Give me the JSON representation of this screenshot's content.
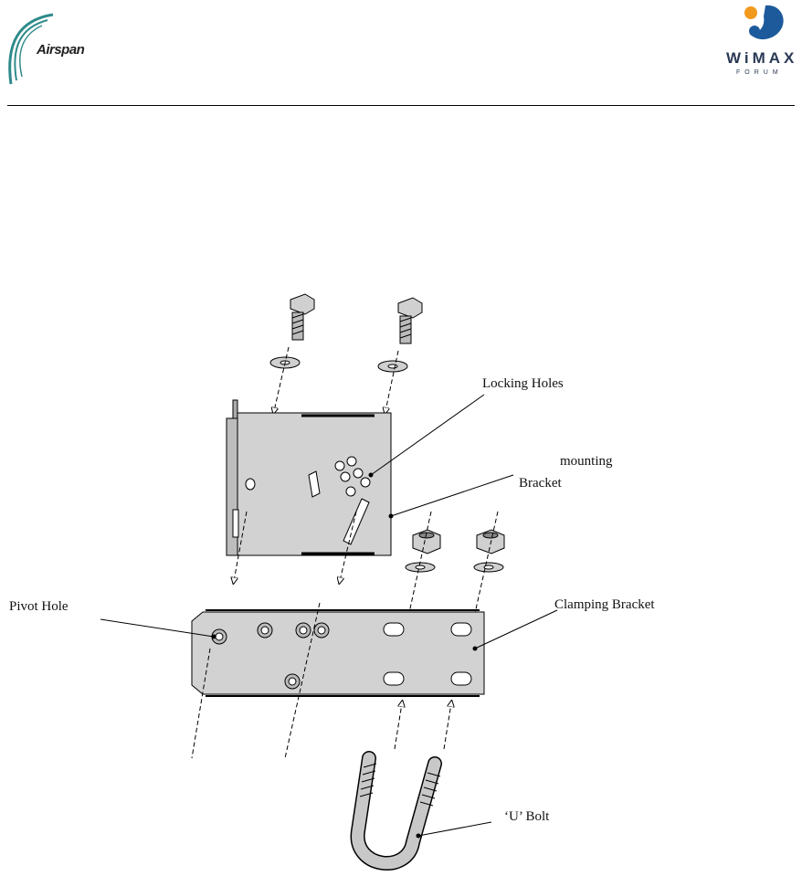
{
  "header": {
    "left_logo_text": "Airspan",
    "right_logo_text": "WiMAX",
    "right_logo_subtext": "FORUM"
  },
  "labels": {
    "locking_holes": "Locking Holes",
    "mounting": "mounting",
    "bracket": "Bracket",
    "pivot_hole": "Pivot Hole",
    "clamping_bracket": "Clamping Bracket",
    "u_bolt": "‘U’ Bolt"
  },
  "colors": {
    "metal": "#d2d2d2",
    "metal_dark": "#9a9a9a",
    "line": "#000000",
    "wimax_orange": "#f29a1e",
    "wimax_blue": "#1d5a9b",
    "airspan_teal": "#2f8a8a"
  }
}
